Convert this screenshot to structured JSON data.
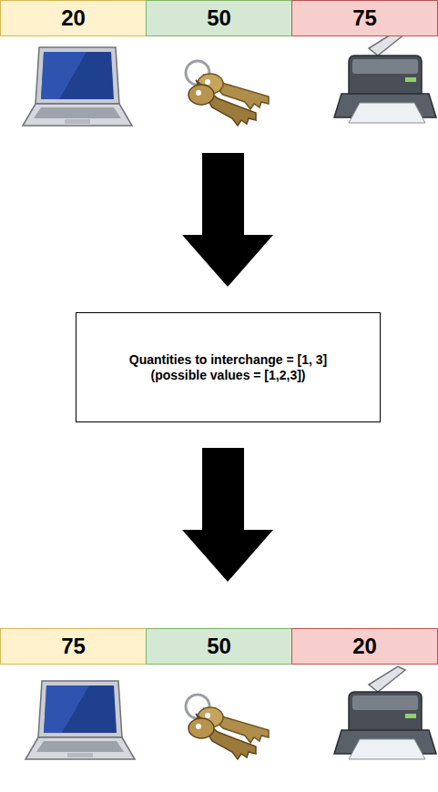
{
  "diagram": {
    "nodes": [
      {
        "text": [
          "20"
        ]
      },
      {
        "text": [
          "50"
        ]
      },
      {
        "text": [
          "75"
        ]
      },
      {
        "text": [
          "Quantities to interchange = [1, 3]",
          "(possible values = [1,2,3])"
        ]
      },
      {
        "text": [
          "75"
        ]
      },
      {
        "text": [
          "50"
        ]
      },
      {
        "text": [
          "20"
        ]
      }
    ]
  }
}
